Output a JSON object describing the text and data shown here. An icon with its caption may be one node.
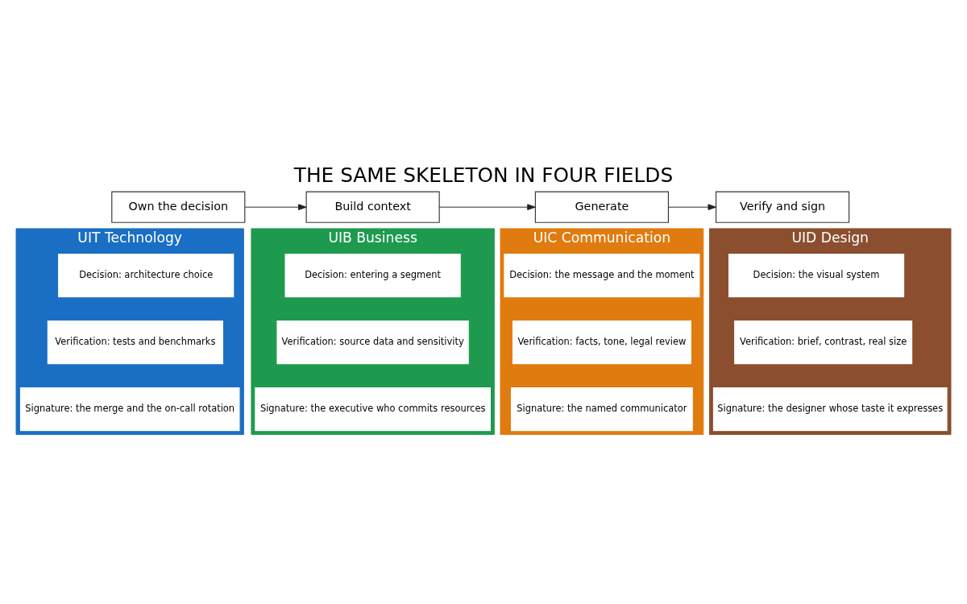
{
  "diagram": {
    "title": "THE SAME SKELETON IN FOUR FIELDS",
    "nodes": [
      {
        "text": [
          "Own the decision"
        ]
      },
      {
        "text": [
          "Build context"
        ]
      },
      {
        "text": [
          "Generate"
        ]
      },
      {
        "text": [
          "Verify and sign"
        ]
      },
      {
        "text": [
          "UIT Technology"
        ]
      },
      {
        "text": [
          "Decision: architecture choice"
        ],
        "in": 4
      },
      {
        "text": [
          "Verification: tests and benchmarks"
        ],
        "in": 4
      },
      {
        "text": [
          "Signature: the merge and the on-call rotation"
        ],
        "in": 4
      },
      {
        "text": [
          "UIB Business"
        ]
      },
      {
        "text": [
          "Decision: entering a segment"
        ],
        "in": 8
      },
      {
        "text": [
          "Verification: source data and sensitivity"
        ],
        "in": 8
      },
      {
        "text": [
          "Signature: the executive who commits resources"
        ],
        "in": 8
      },
      {
        "text": [
          "UIC Communication"
        ]
      },
      {
        "text": [
          "Decision: the message and the moment"
        ],
        "in": 12
      },
      {
        "text": [
          "Verification: facts, tone, legal review"
        ],
        "in": 12
      },
      {
        "text": [
          "Signature: the named communicator"
        ],
        "in": 12
      },
      {
        "text": [
          "UID Design"
        ]
      },
      {
        "text": [
          "Decision: the visual system"
        ],
        "in": 16
      },
      {
        "text": [
          "Verification: brief, contrast, real size"
        ],
        "in": 16
      },
      {
        "text": [
          "Signature: the designer whose taste it expresses"
        ],
        "in": 16
      }
    ],
    "edges": [
      {
        "from": 0,
        "to": 1,
        "arrow": "to"
      },
      {
        "from": 1,
        "to": 2,
        "arrow": "to"
      },
      {
        "from": 2,
        "to": 3,
        "arrow": "to"
      }
    ]
  }
}
